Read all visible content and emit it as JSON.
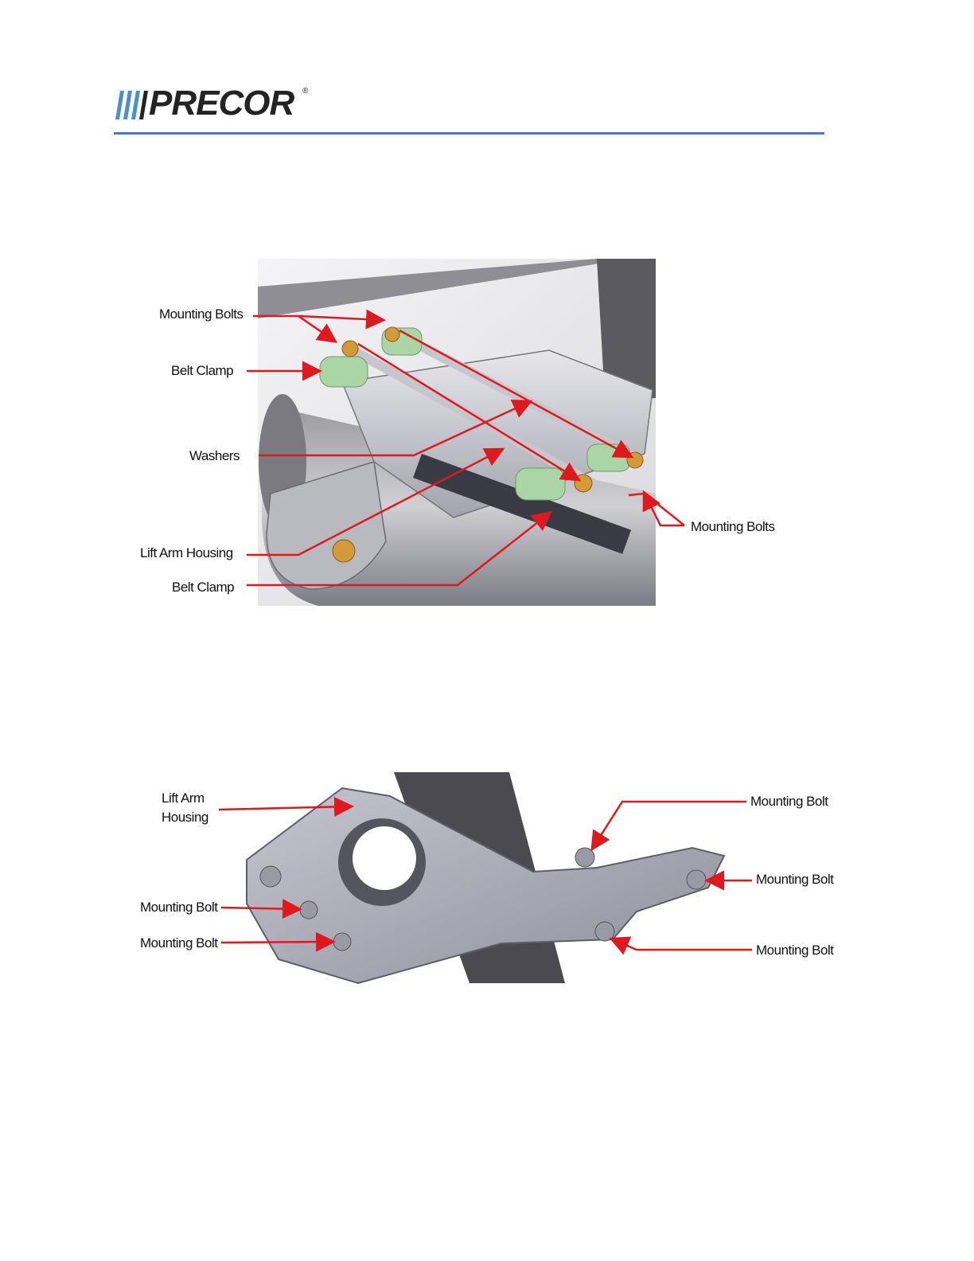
{
  "header": {
    "brand": "PRECOR",
    "registered_mark": "®",
    "rule_color": "#4f76b8"
  },
  "figure1": {
    "callouts": {
      "mounting_bolts_top": "Mounting Bolts",
      "belt_clamp_top": "Belt Clamp",
      "washers": "Washers",
      "lift_arm_housing": "Lift Arm Housing",
      "belt_clamp_bottom": "Belt Clamp",
      "mounting_bolts_right": "Mounting Bolts"
    },
    "arrow_color": "#e0191f",
    "clamp_color": "#a9d6a4",
    "washer_color": "#d39a3a"
  },
  "figure2": {
    "callouts": {
      "lift_arm_housing_line1": "Lift Arm",
      "lift_arm_housing_line2": "Housing",
      "mounting_bolt_left_upper": "Mounting Bolt",
      "mounting_bolt_left_lower": "Mounting Bolt",
      "mounting_bolt_right_top": "Mounting Bolt",
      "mounting_bolt_right_middle": "Mounting Bolt",
      "mounting_bolt_right_bottom": "Mounting Bolt"
    },
    "arrow_color": "#e0191f"
  }
}
